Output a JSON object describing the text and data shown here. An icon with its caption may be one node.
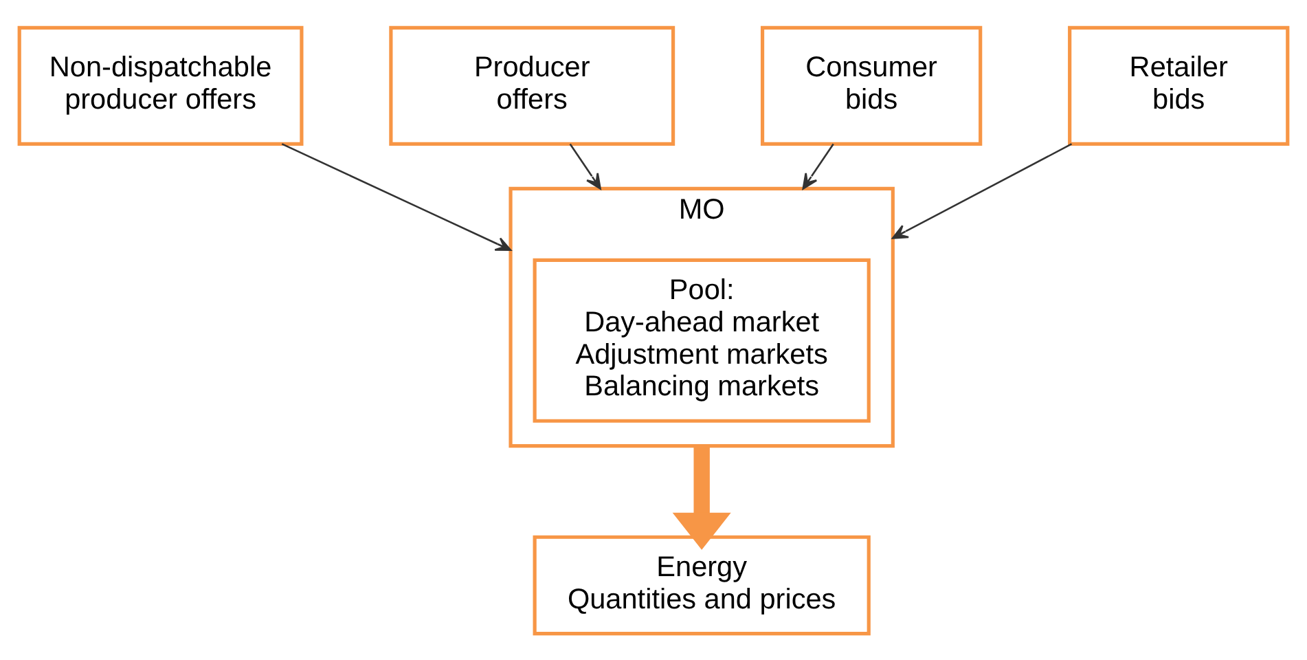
{
  "diagram": {
    "nodes": [
      {
        "text": [
          "Non-dispatchable producer offers"
        ]
      },
      {
        "text": [
          "Producer offers"
        ]
      },
      {
        "text": [
          "MO"
        ]
      },
      {
        "text": [
          "Pool:",
          "Day-ahead market",
          "Adjustment markets",
          "Balancing markets"
        ],
        "in": 2
      },
      {
        "text": [
          "Consumer bids"
        ]
      },
      {
        "text": [
          "Retailer bids"
        ]
      },
      {
        "text": [
          "Energy",
          "Quantities and prices"
        ]
      }
    ],
    "edges": [
      {
        "from": 0,
        "to": 2,
        "arrow": "to"
      },
      {
        "from": 1,
        "to": 2,
        "arrow": "to"
      },
      {
        "from": 4,
        "to": 2,
        "arrow": "to"
      },
      {
        "from": 5,
        "to": 2,
        "arrow": "to"
      },
      {
        "from": 2,
        "to": 6,
        "arrow": "to",
        "style": "thick",
        "color": "#f79646"
      }
    ]
  }
}
